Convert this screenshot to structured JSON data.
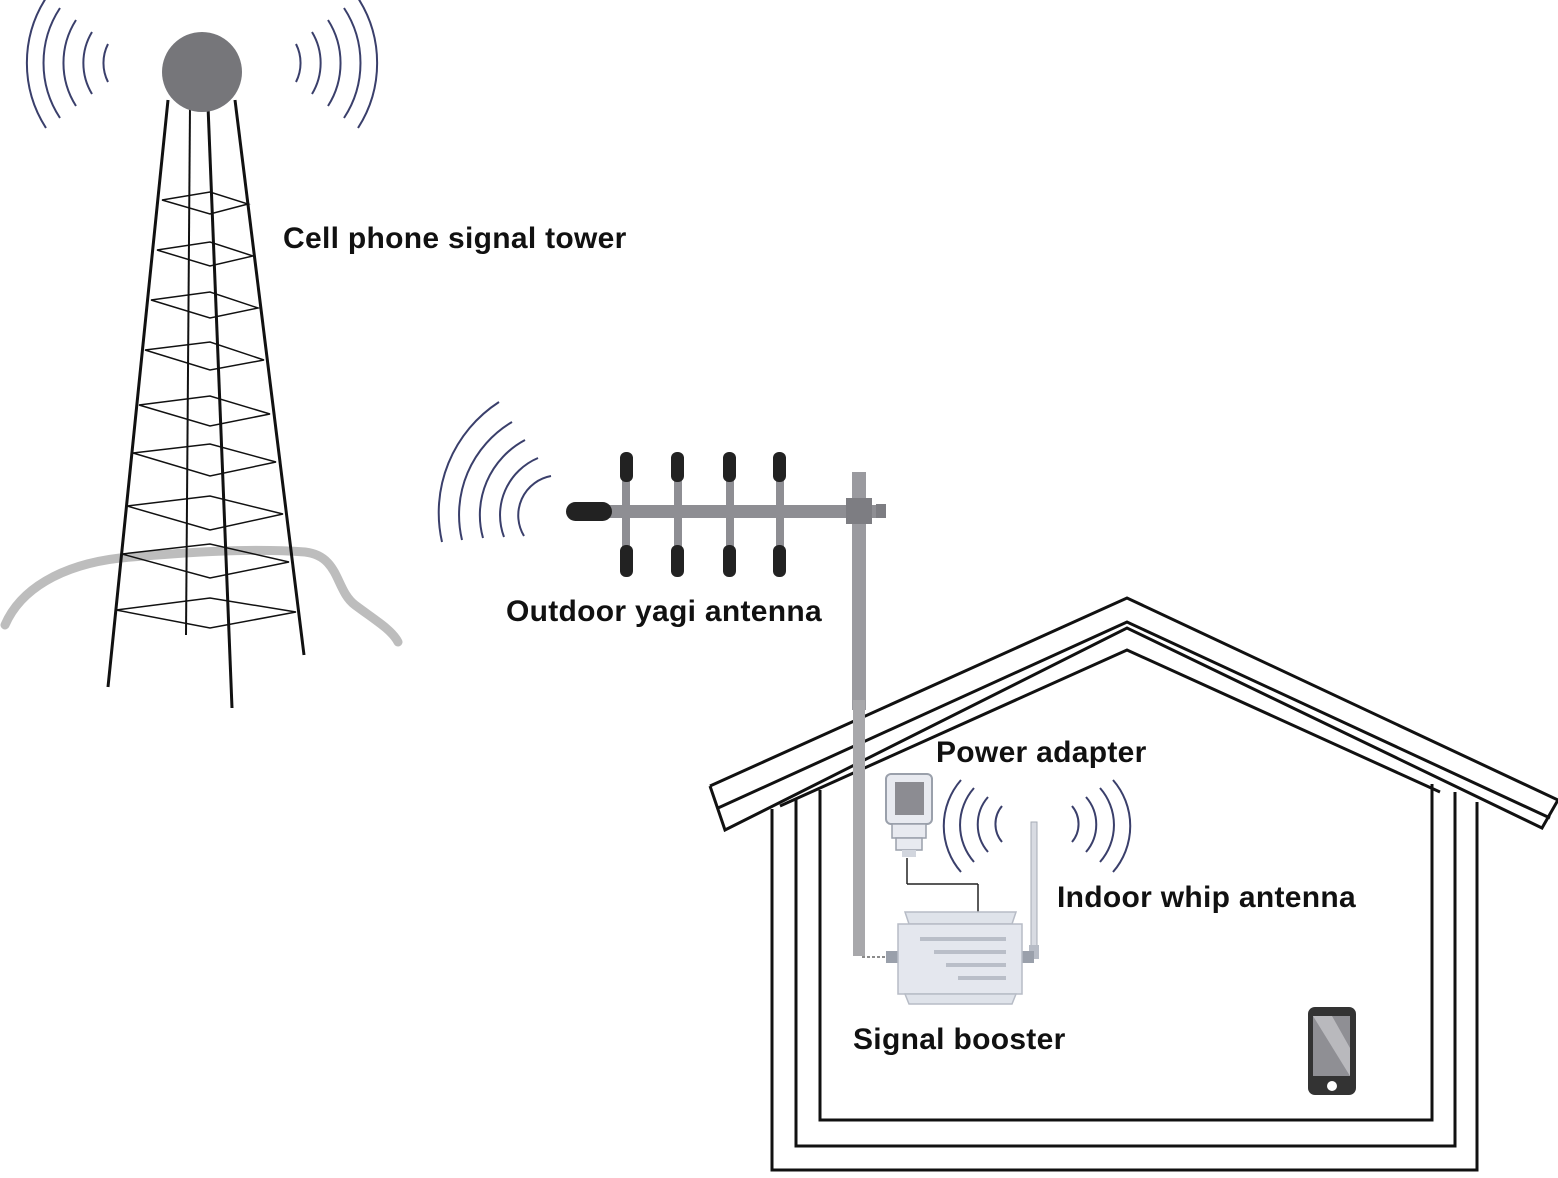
{
  "diagram": {
    "labels": {
      "tower": "Cell phone signal tower",
      "yagi": "Outdoor yagi antenna",
      "power_adapter": "Power adapter",
      "whip": "Indoor whip antenna",
      "booster": "Signal booster"
    },
    "colors": {
      "line": "#111111",
      "wave": "#3a3f6b",
      "ball": "#76767a",
      "antenna_rod": "#8e8e93",
      "antenna_element": "#222222",
      "cable": "#a8a8ab",
      "hill": "#bdbdbd",
      "device": "#dfe3ea",
      "phone": "#333333"
    }
  }
}
